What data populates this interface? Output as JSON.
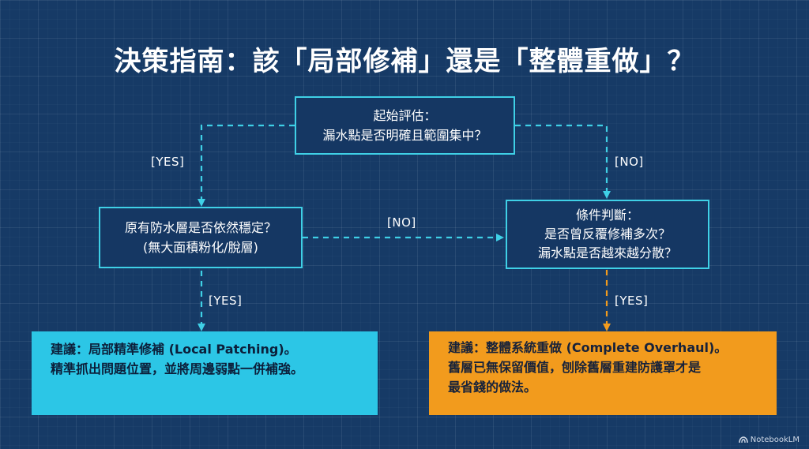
{
  "title": "決策指南：該「局部修補」還是「整體重做」？",
  "start": {
    "line1": "起始評估：",
    "line2": "漏水點是否明確且範圍集中？"
  },
  "left_check": {
    "line1": "原有防水層是否依然穩定？",
    "line2": "(無大面積粉化/脫層)"
  },
  "right_check": {
    "line1": "條件判斷：",
    "line2": "是否曾反覆修補多次？",
    "line3": "漏水點是否越來越分散？"
  },
  "edge_labels": {
    "start_yes": "[YES]",
    "start_no": "[NO]",
    "left_no": "[NO]",
    "left_yes": "[YES]",
    "right_yes": "[YES]"
  },
  "result_left": {
    "line1": "建議：局部精準修補 (Local Patching)。",
    "line2": "精準抓出問題位置，並將周邊弱點一併補強。"
  },
  "result_right": {
    "line1": "建議：整體系統重做 (Complete Overhaul)。",
    "line2": "舊層已無保留價值，刨除舊層重建防護罩才是",
    "line3": "最省錢的做法。"
  },
  "watermark": "NotebookLM",
  "colors": {
    "background": "#163a66",
    "node_border": "#3fd0e6",
    "cyan_result": "#2cc6e6",
    "orange_result": "#f29b1d",
    "orange_arrow": "#f29b1d"
  }
}
